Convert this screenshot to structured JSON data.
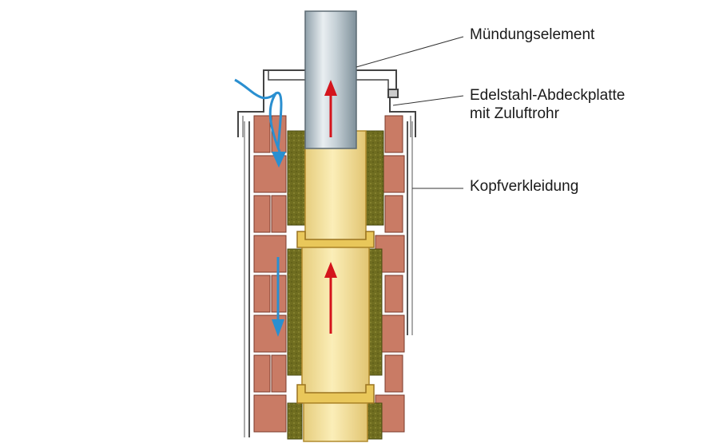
{
  "labels": {
    "muendungselement": "Mündungselement",
    "abdeckplatte_line1": "Edelstahl-Abdeckplatte",
    "abdeckplatte_line2": "mit Zuluftrohr",
    "kopfverkleidung": "Kopfverkleidung"
  },
  "colors": {
    "brick": "#c97b65",
    "brick_outline": "#7a3a2a",
    "insulation": "#6b6a1c",
    "inner_pipe": "#f2dc95",
    "steel": "#b9c6cd",
    "supply_air_arrow": "#2a8fd0",
    "exhaust_arrow": "#d4141c",
    "sheet_metal": "#555555"
  },
  "icons": {
    "exhaust": "arrow-up-icon",
    "supply_air": "arrow-down-icon"
  }
}
